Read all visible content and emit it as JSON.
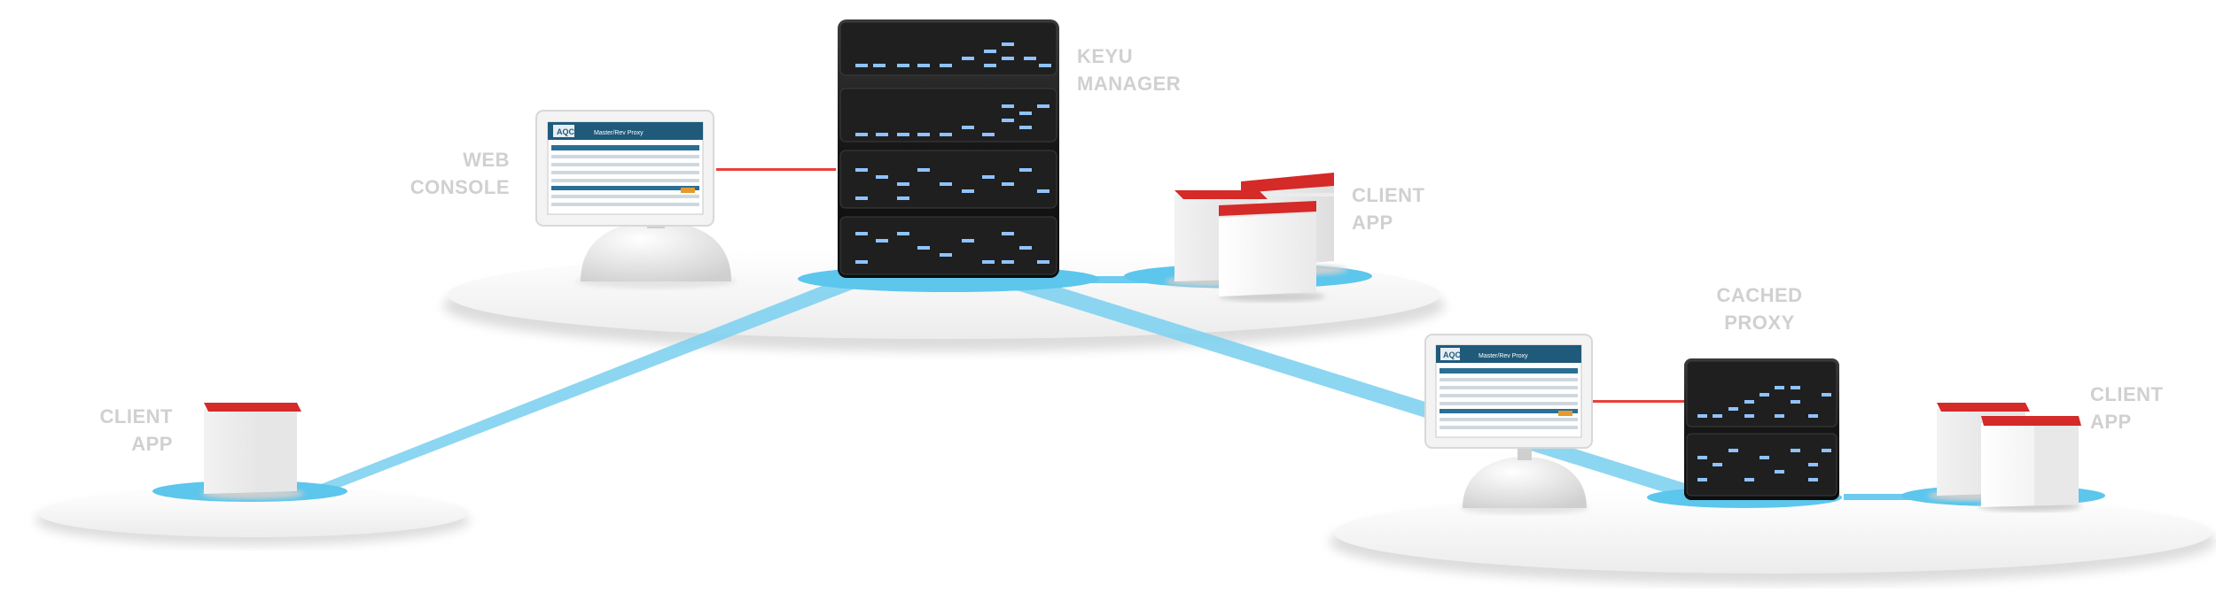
{
  "diagram": {
    "nodes": {
      "main_server": {
        "label_line1": "KEYU",
        "label_line2": "MANAGER"
      },
      "web_console": {
        "label_line1": "WEB",
        "label_line2": "CONSOLE"
      },
      "top_clients": {
        "label_line1": "CLIENT",
        "label_line2": "APP"
      },
      "left_client": {
        "label_line1": "CLIENT",
        "label_line2": "APP"
      },
      "cached_proxy": {
        "label_line1": "CACHED",
        "label_line2": "PROXY"
      },
      "bottom_clients": {
        "label_line1": "CLIENT",
        "label_line2": "APP"
      }
    },
    "screen_ui": {
      "logo_text": "AQC",
      "app_title": "Master/Rev Proxy"
    }
  },
  "colors": {
    "link_blue": "#5cc6ec",
    "console_link_red": "#e8403a",
    "box_top_red": "#d42a28",
    "server_body": "#1b1b1b",
    "server_light": "#8fc3ff",
    "platform": "#f4f4f4",
    "label_gray": "#d0d0d0"
  },
  "icons": [
    "server-rack-icon",
    "monitor-icon",
    "client-box-icon"
  ]
}
